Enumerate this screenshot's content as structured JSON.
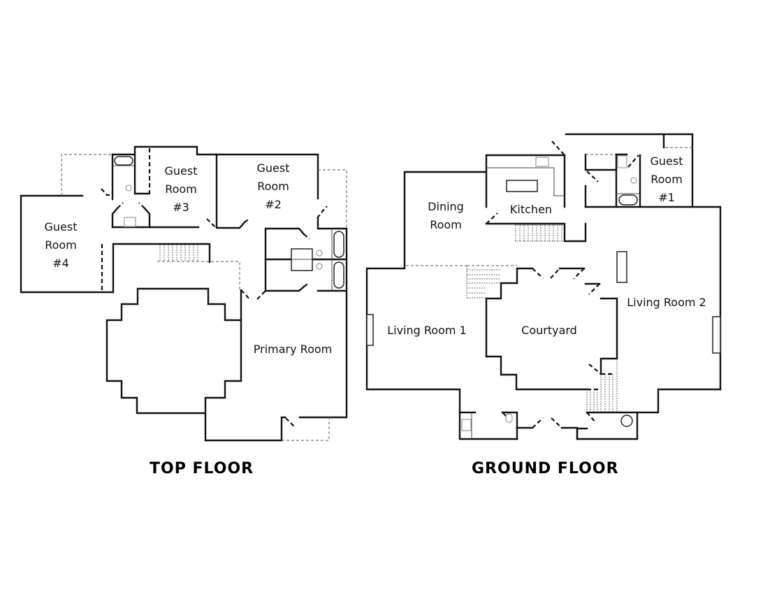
{
  "floors": [
    {
      "title": "TOP FLOOR",
      "rooms": [
        {
          "name": "Guest Room #4",
          "lines": [
            "Guest",
            "Room",
            "#4"
          ]
        },
        {
          "name": "Guest Room #3",
          "lines": [
            "Guest",
            "Room",
            "#3"
          ]
        },
        {
          "name": "Guest Room #2",
          "lines": [
            "Guest",
            "Room",
            "#2"
          ]
        },
        {
          "name": "Primary Room",
          "lines": [
            "Primary Room"
          ]
        }
      ]
    },
    {
      "title": "GROUND FLOOR",
      "rooms": [
        {
          "name": "Dining Room",
          "lines": [
            "Dining",
            "Room"
          ]
        },
        {
          "name": "Kitchen",
          "lines": [
            "Kitchen"
          ]
        },
        {
          "name": "Guest Room #1",
          "lines": [
            "Guest",
            "Room",
            "#1"
          ]
        },
        {
          "name": "Living Room 2",
          "lines": [
            "Living Room 2"
          ]
        },
        {
          "name": "Living Room 1",
          "lines": [
            "Living Room 1"
          ]
        },
        {
          "name": "Courtyard",
          "lines": [
            "Courtyard"
          ]
        }
      ]
    }
  ],
  "labels": {
    "top_floor_title": "TOP FLOOR",
    "ground_floor_title": "GROUND FLOOR",
    "guest4": "Guest\nRoom\n#4",
    "guest3": "Guest\nRoom\n#3",
    "guest2": "Guest\nRoom\n#2",
    "primary": "Primary Room",
    "dining": "Dining\nRoom",
    "kitchen": "Kitchen",
    "guest1": "Guest\nRoom\n#1",
    "living2": "Living Room 2",
    "living1": "Living Room 1",
    "courtyard": "Courtyard"
  },
  "colors": {
    "wall": "#111111",
    "background": "#ffffff",
    "dashed": "#777777"
  }
}
